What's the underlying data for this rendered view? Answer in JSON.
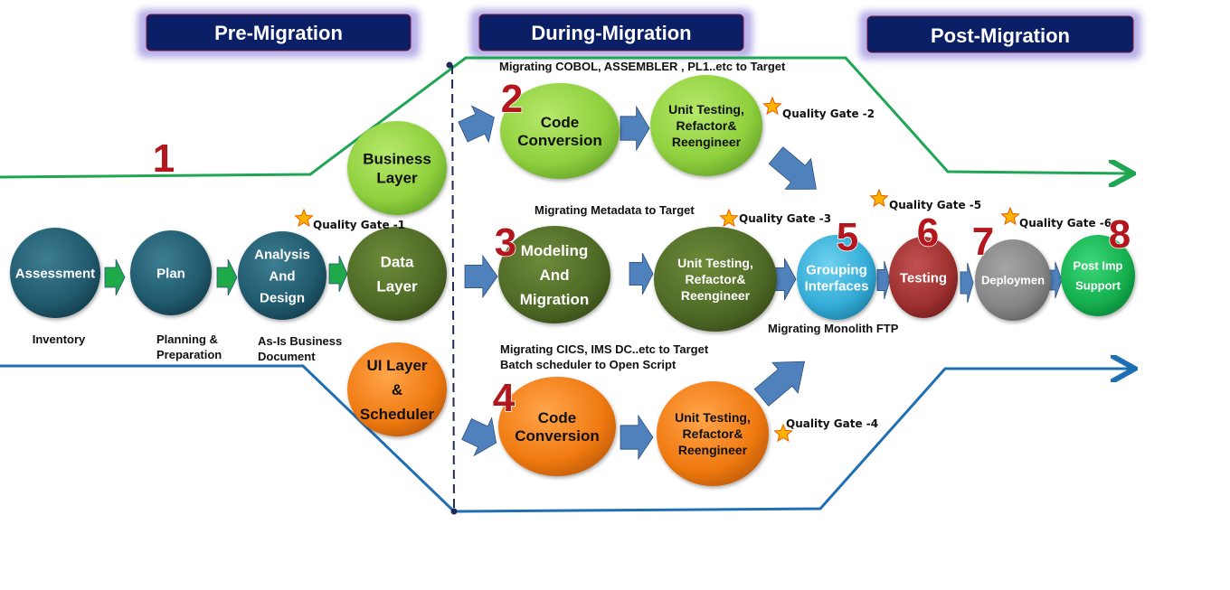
{
  "phases": [
    {
      "id": "pre",
      "label": "Pre-Migration"
    },
    {
      "id": "during",
      "label": "During-Migration"
    },
    {
      "id": "post",
      "label": "Post-Migration"
    }
  ],
  "colors": {
    "header_bg": "#0a1f66",
    "header_glow": "#9a8fe0",
    "arrow_blue": "#4f81bd",
    "arrow_green": "#1faa4a",
    "line_green": "#1fa653",
    "line_blue": "#1f6fb5",
    "divider": "#1f2a5a",
    "step_number": "#b3161c",
    "star_fill": "#ffb300",
    "star_stroke": "#e85d00"
  },
  "nodes": [
    {
      "id": "assessment",
      "lines": [
        "Assessment"
      ],
      "color": "teal"
    },
    {
      "id": "plan",
      "lines": [
        "Plan"
      ],
      "color": "teal"
    },
    {
      "id": "analysis",
      "lines": [
        "Analysis",
        "And",
        "Design"
      ],
      "color": "teal"
    },
    {
      "id": "business-layer",
      "lines": [
        "Business",
        "Layer"
      ],
      "color": "lightgreen"
    },
    {
      "id": "data-layer",
      "lines": [
        "Data",
        "Layer"
      ],
      "color": "olive"
    },
    {
      "id": "ui-layer",
      "lines": [
        "UI Layer",
        "&",
        "Scheduler"
      ],
      "color": "orange"
    },
    {
      "id": "code-conversion-1",
      "lines": [
        "Code",
        "Conversion"
      ],
      "color": "lightgreen"
    },
    {
      "id": "unit-testing-1",
      "lines": [
        "Unit Testing,",
        "Refactor&",
        "Reengineer"
      ],
      "color": "lightgreen"
    },
    {
      "id": "modeling",
      "lines": [
        "Modeling",
        "And",
        "Migration"
      ],
      "color": "olive"
    },
    {
      "id": "unit-testing-2",
      "lines": [
        "Unit Testing,",
        "Refactor&",
        "Reengineer"
      ],
      "color": "olive"
    },
    {
      "id": "code-conversion-2",
      "lines": [
        "Code",
        "Conversion"
      ],
      "color": "orange"
    },
    {
      "id": "unit-testing-3",
      "lines": [
        "Unit Testing,",
        "Refactor&",
        "Reengineer"
      ],
      "color": "orange"
    },
    {
      "id": "grouping",
      "lines": [
        "Grouping",
        "Interfaces"
      ],
      "color": "cyan"
    },
    {
      "id": "testing",
      "lines": [
        "Testing"
      ],
      "color": "red"
    },
    {
      "id": "deployment",
      "lines": [
        "Deploymen"
      ],
      "color": "gray"
    },
    {
      "id": "post-imp",
      "lines": [
        "Post Imp",
        "Support"
      ],
      "color": "green"
    }
  ],
  "step_numbers": [
    "1",
    "2",
    "3",
    "4",
    "5",
    "6",
    "7",
    "8"
  ],
  "notes": {
    "inventory": "Inventory",
    "planning_1": "Planning &",
    "planning_2": "Preparation",
    "asis_1": "As-Is Business",
    "asis_2": "Document",
    "cobol": "Migrating COBOL, ASSEMBLER , PL1..etc to Target",
    "metadata": "Migrating Metadata to Target",
    "cics_1": "Migrating CICS, IMS DC..etc to Target",
    "cics_2": "Batch scheduler to Open Script",
    "monolith": "Migrating Monolith FTP"
  },
  "quality_gates": [
    "Quality Gate -1",
    "Quality Gate -2",
    "Quality Gate -3",
    "Quality Gate -4",
    "Quality Gate -5",
    "Quality Gate -6"
  ]
}
